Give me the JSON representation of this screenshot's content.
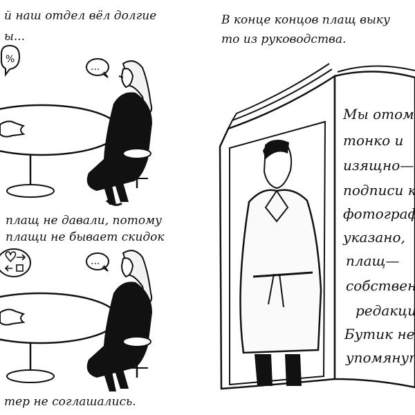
{
  "left_panel": {
    "caption_top_line1": "й наш отдел вёл долгие",
    "caption_top_line2": "ы...",
    "caption_mid_line1": "плащ не давали, потому",
    "caption_mid_line2": "плащи не бывает скидок",
    "caption_bottom": "тер не соглашались.",
    "bubble_percent": "%",
    "bubble_ellipsis": "...",
    "bubble_ellipsis_2": "..."
  },
  "right_panel": {
    "caption_line1": "В конце концов плащ выку",
    "caption_line2": "то из руководства.",
    "magazine_lines": [
      "Мы отоме",
      "тонко и",
      "изящно—",
      "подписи к",
      "фотограф",
      "указано,",
      "плащ—",
      "собствен",
      "редакци",
      "Бутик не",
      "упомянут"
    ]
  }
}
